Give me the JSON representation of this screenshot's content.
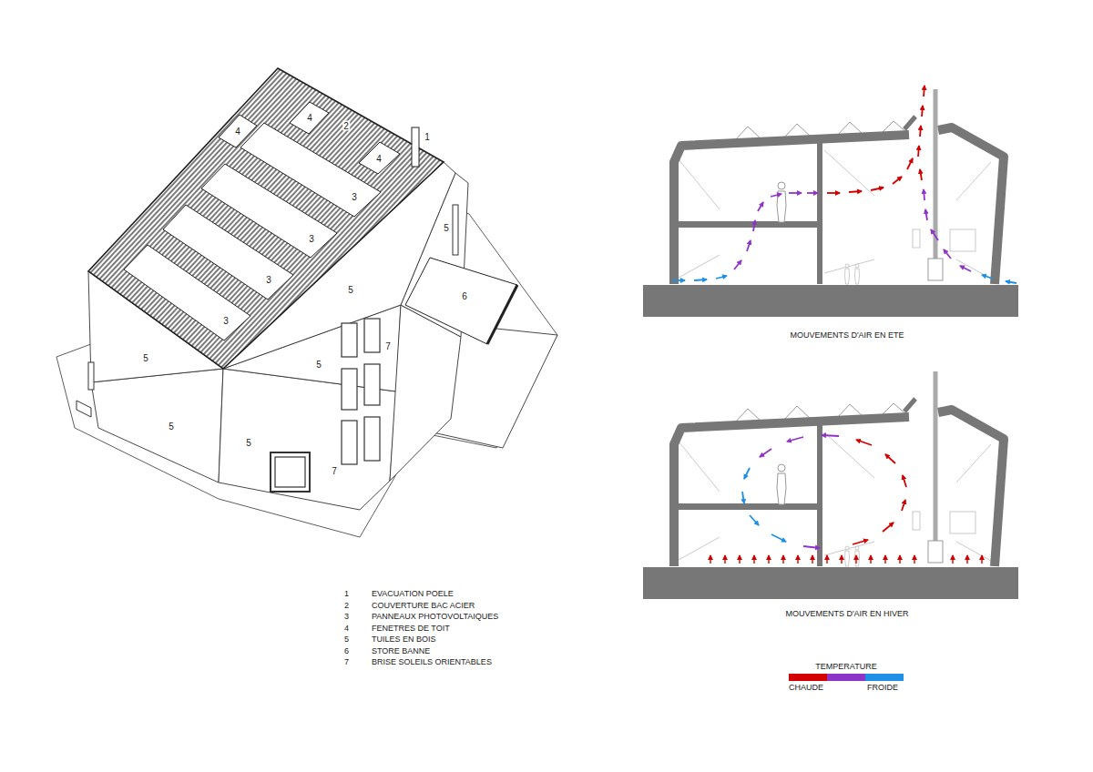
{
  "diagram": {
    "labels": [
      "1",
      "2",
      "4",
      "4",
      "4",
      "3",
      "3",
      "3",
      "3",
      "5",
      "5",
      "5",
      "5",
      "5",
      "5",
      "6",
      "7",
      "7",
      "1",
      "EVACUATION POELE",
      "2",
      "COUVERTURE BAC ACIER",
      "3",
      "PANNEAUX PHOTOVOLTAIQUES",
      "4",
      "FENETRES DE TOIT",
      "5",
      "TUILES EN BOIS",
      "6",
      "STORE BANNE",
      "7",
      "BRISE SOLEILS ORIENTABLES",
      "MOUVEMENTS D'AIR EN ETE",
      "MOUVEMENTS D'AIR EN HIVER",
      "TEMPERATURE"
    ],
    "legend": [
      {
        "text": "CHAUDE",
        "color": "#d40000"
      },
      {
        "text": "FROIDE",
        "color": "#1e8fe6"
      }
    ]
  }
}
